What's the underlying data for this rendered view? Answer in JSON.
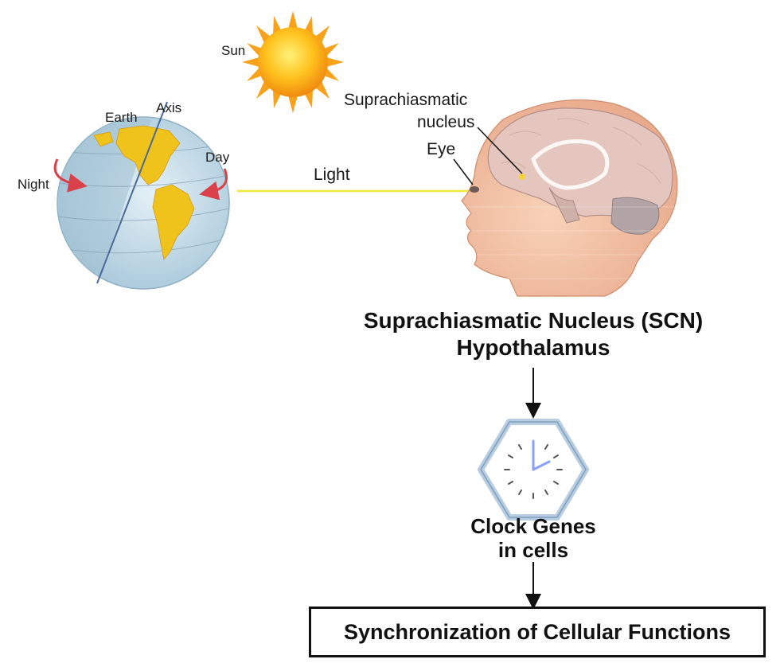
{
  "labels": {
    "sun": "Sun",
    "earth": "Earth",
    "axis": "Axis",
    "night": "Night",
    "day": "Day",
    "light": "Light",
    "scn_small_line1": "Suprachiasmatic",
    "scn_small_line2": "nucleus",
    "eye": "Eye"
  },
  "titles": {
    "scn_line1": "Suprachiasmatic Nucleus (SCN)",
    "scn_line2": "Hypothalamus",
    "clock_line1": "Clock Genes",
    "clock_line2": "in cells",
    "final": "Synchronization of Cellular Functions"
  },
  "colors": {
    "sun": "#f7a21a",
    "light_ray": "#f5e63a",
    "globe_ocean": "#b9d4e2",
    "land": "#f0c21c",
    "rotation_arrow": "#d9404a",
    "hexagon_border": "#7a9fc0"
  },
  "icons": {
    "sun": "sun-icon",
    "earth": "globe-icon",
    "head": "head-brain-illustration",
    "clock": "clock-icon"
  }
}
